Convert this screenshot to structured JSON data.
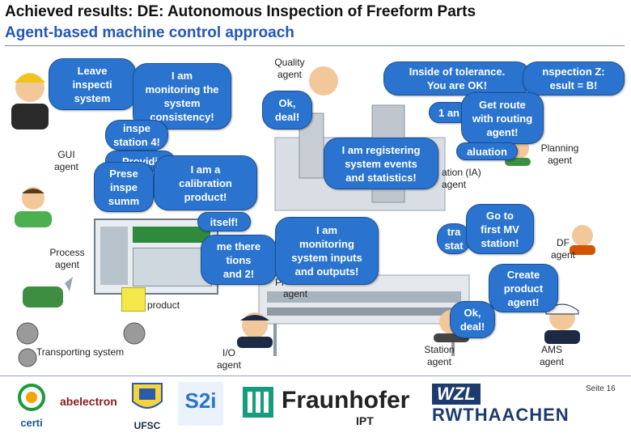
{
  "title": {
    "line1": "Achieved results: DE: Autonomous Inspection of Freeform Parts",
    "line2": "Agent-based machine control approach"
  },
  "agents": {
    "quality": "Quality\nagent",
    "gui": "GUI\nagent",
    "process": "Process\nagent",
    "planning": "Planning\nagent",
    "df": "DF\nagent",
    "io": "I/O\nagent",
    "station": "Station\nagent",
    "ams": "AMS\nagent",
    "ia": "ation (IA)\nagent",
    "pr": "Pr",
    "pr_agent": "agent"
  },
  "labels": {
    "product": "product",
    "transporting_system": "Transporting system"
  },
  "bubbles": {
    "leave": "Leave\ninspecti\nsystem",
    "monitoring_system": "I am\nmonitoring the\nsystem\nconsistency!",
    "insp_station4": "inspe\nstation 4!",
    "ok_deal_1": "Ok,\ndeal!",
    "inside_tolerance": "Inside of tolerance.\nYou are OK!",
    "inspection_z": "nspection Z:\nesult = B!",
    "get_route": "Get route\nwith routing\nagent!",
    "one_an": "1 an",
    "valuation": "aluation",
    "registering": "I am registering\nsystem events\nand statistics!",
    "providing": "Providi",
    "calibration": "I am a\ncalibration\nproduct!",
    "present_insp": "Prese\ninspe\nsumm",
    "itself": "itself!",
    "monitoring_io": "I am\nmonitoring\nsystem inputs\nand outputs!",
    "me_there": "me there\ntions\nand 2!",
    "go_first_mv": "Go to\nfirst MV\nstation!",
    "tra_stat": "tra\nstat",
    "create_product": "Create\nproduct\nagent!",
    "ok_deal_2": "Ok,\ndeal!"
  },
  "footer": {
    "page": "Seite 16",
    "logos": {
      "certi": "certi",
      "abelectron": "abelectron",
      "ufsc": "UFSC",
      "s2i": "S2i",
      "fraunhofer": "Fraunhofer",
      "ipt": "IPT",
      "wzl": "WZL",
      "rwth": "RWTHAACHEN"
    }
  },
  "colors": {
    "bubble": "#2a74cf",
    "title_blue": "#2457b4",
    "transport_node": "#9a9a9a",
    "product_block": "#f5e84a"
  }
}
